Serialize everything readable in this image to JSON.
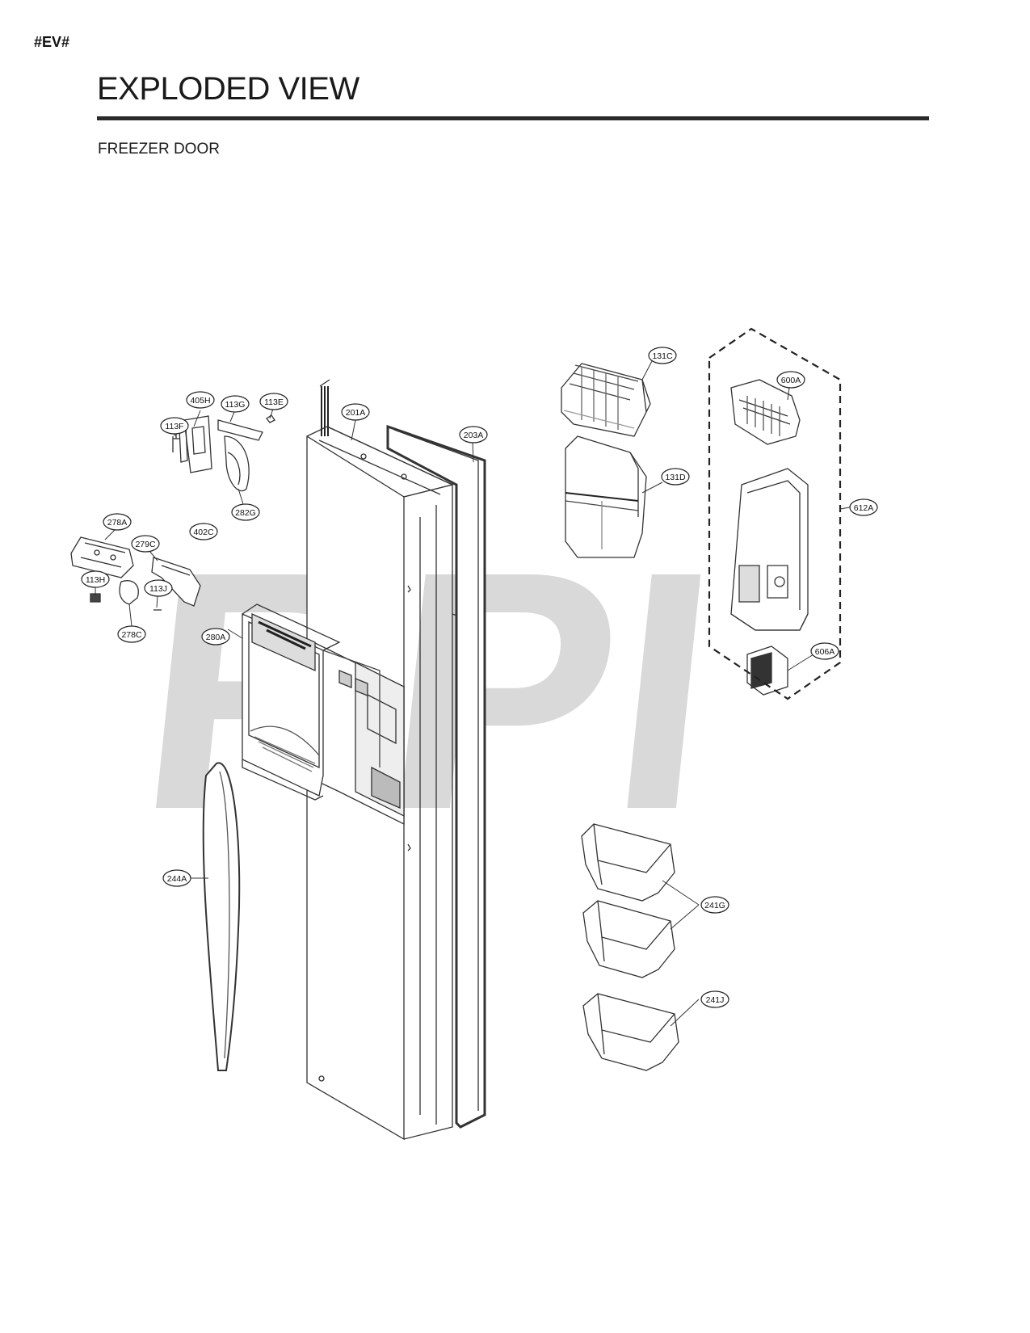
{
  "header": {
    "code": "#EV#",
    "title": "EXPLODED VIEW",
    "subtitle": "FREEZER DOOR"
  },
  "watermark": "RPI",
  "callouts": [
    "405H",
    "113G",
    "113E",
    "113F",
    "201A",
    "203A",
    "282G",
    "278A",
    "402C",
    "279C",
    "113H",
    "113J",
    "278C",
    "280A",
    "131C",
    "131D",
    "600A",
    "612A",
    "606A",
    "244A",
    "241G",
    "241J"
  ]
}
